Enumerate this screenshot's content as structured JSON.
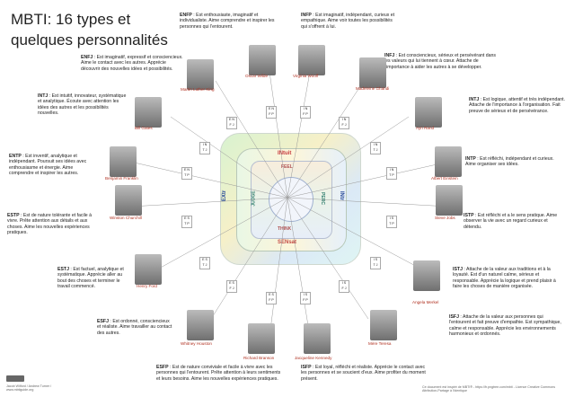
{
  "title": "MBTI: 16 types et quelques personnalités",
  "center": {
    "top": "INtuit",
    "bottom": "SENsat",
    "left": "EXtr",
    "right": "INtr",
    "inner_top": "FEEL",
    "inner_bottom": "THINK",
    "inner_left": "JUDGE",
    "inner_right": "PERC"
  },
  "types": [
    {
      "code": "ENFP",
      "desc": "Est enthousiaste, imaginatif et individualiste. Aime comprendre et inspirer les personnes qui l'entourent.",
      "name": "Oscar Wilde",
      "badge": [
        "E N",
        "F P"
      ]
    },
    {
      "code": "INFP",
      "desc": "Est imaginatif, indépendant, curieux et empathique. Aime voir toutes les possibilités qui s'offrent à lui.",
      "name": "Virginia Woolf",
      "badge": [
        "I N",
        "F P"
      ]
    },
    {
      "code": "ENFJ",
      "desc": "Est imaginatif, expressif et consciencieux. Aime le contact avec les autres. Apprécie découvrir des nouvelles idées et possibilités.",
      "name": "Martin Luther King",
      "badge": [
        "E N",
        "F J"
      ]
    },
    {
      "code": "INFJ",
      "desc": "Est consciencieux, sérieux et persévérant dans les valeurs qui lui tiennent à cœur. Attache de l'importance à aider les autres à se développer.",
      "name": "Madeleine Ghandi",
      "badge": [
        "I N",
        "F J"
      ]
    },
    {
      "code": "INTJ",
      "desc": "Est intuitif, innovateur, systématique et analytique. Écoute avec attention les idées des autres et les possibilités nouvelles.",
      "name": "Bill Gates",
      "badge": [
        "I N",
        "T J"
      ]
    },
    {
      "code": "INTJ",
      "desc": "Est logique, attentif et très indépendant. Attache de l'importance à l'organisation. Fait preuve de sérieux et de persévérance.",
      "name": "Ayn Rand",
      "badge": [
        "I N",
        "T J"
      ]
    },
    {
      "code": "ENTP",
      "desc": "Est inventif, analytique et indépendant. Poursuit ses idées avec enthousiasme et énergie. Aime comprendre et inspirer les autres.",
      "name": "Benjamin Franklin",
      "badge": [
        "E N",
        "T P"
      ]
    },
    {
      "code": "INTP",
      "desc": "Est réfléchi, indépendant et curieux. Aime organiser ses idées.",
      "name": "Albert Einstein",
      "badge": [
        "I N",
        "T P"
      ]
    },
    {
      "code": "ESTP",
      "desc": "Est de nature tolérante et facile à vivre. Prête attention aux détails et aux choses. Aime les nouvelles expériences pratiques.",
      "name": "Winston Churchill",
      "badge": [
        "E S",
        "T P"
      ]
    },
    {
      "code": "ISTP",
      "desc": "Est réfléchi et a le sens pratique. Aime observer la vie avec un regard curieux et détendu.",
      "name": "Steve Jobs",
      "badge": [
        "I S",
        "T P"
      ]
    },
    {
      "code": "ESTJ",
      "desc": "Est factuel, analytique et systématique. Apprécie aller au bout des choses et terminer le travail commencé.",
      "name": "Henry Ford",
      "badge": [
        "E S",
        "T J"
      ]
    },
    {
      "code": "ISTJ",
      "desc": "Attache de la valeur aux traditions et à la loyauté. Est d'un naturel calme, sérieux et responsable. Apprécie la logique et prend plaisir à faire les choses de manière organisée.",
      "name": "Angela Merkel",
      "badge": [
        "I S",
        "T J"
      ]
    },
    {
      "code": "ESFJ",
      "desc": "Est ordonné, consciencieux et réaliste. Aime travailler au contact des autres.",
      "name": "Whitney Houston",
      "badge": [
        "E S",
        "F J"
      ]
    },
    {
      "code": "ISFJ",
      "desc": "Attache de la valeur aux personnes qui l'entourent et fait preuve d'empathie. Est sympathique, calme et responsable. Apprécie les environnements harmonieux et ordonnés.",
      "name": "Mère Teresa",
      "badge": [
        "I S",
        "F J"
      ]
    },
    {
      "code": "ESFP",
      "desc": "Est de nature conviviale et facile à vivre avec les personnes qui l'entourent. Prête attention à leurs sentiments et leurs besoins. Aime les nouvelles expériences pratiques.",
      "name": "Richard Branson",
      "badge": [
        "E S",
        "F P"
      ]
    },
    {
      "code": "ISFP",
      "desc": "Est loyal, réfléchi et réaliste. Apprécie le contact avec les personnes et se soucient d'eux. Aime profiter du moment présent.",
      "name": "Jacqueline Kennedy",
      "badge": [
        "I S",
        "F P"
      ]
    }
  ],
  "footer": {
    "left": "Jacob Wilford / Andrew Turner / www.mbtiguide.org",
    "right": "Ce document est inspiré de MBTI® - https://fr.pngtree.com/mbti - Licence Creative Commons Attribution-Partage à l'identique"
  }
}
